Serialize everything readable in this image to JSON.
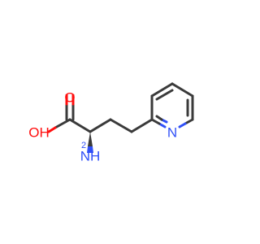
{
  "molecule": {
    "atom_labels": {
      "carbonyl_o": "O",
      "hydroxyl": "OH",
      "amine": "NH",
      "amine_h_count": "2",
      "pyridine_n": "N"
    },
    "colors": {
      "bond": "#3a3a3a",
      "oxygen": "#ff0d0d",
      "nitrogen": "#3050f8",
      "background": "#ffffff"
    },
    "stereo": {
      "alpha_carbon_bond_to_amine": "wedge"
    }
  }
}
